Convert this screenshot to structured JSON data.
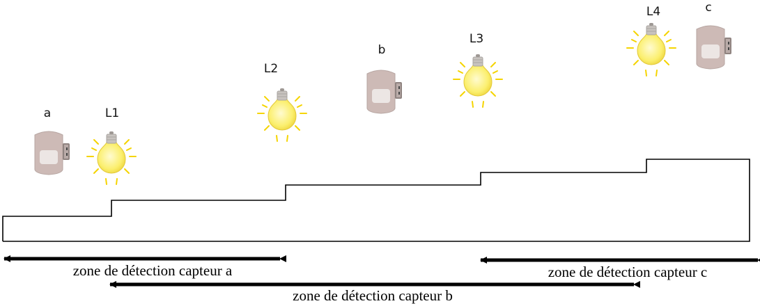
{
  "sensors": [
    {
      "id": "a",
      "label": "a"
    },
    {
      "id": "b",
      "label": "b"
    },
    {
      "id": "c",
      "label": "c"
    }
  ],
  "lamps": [
    {
      "id": "L1",
      "label": "L1"
    },
    {
      "id": "L2",
      "label": "L2"
    },
    {
      "id": "L3",
      "label": "L3"
    },
    {
      "id": "L4",
      "label": "L4"
    }
  ],
  "zones": [
    {
      "id": "a",
      "label": "zone de détection capteur a"
    },
    {
      "id": "b",
      "label": "zone de détection capteur b"
    },
    {
      "id": "c",
      "label": "zone de détection capteur c"
    }
  ],
  "colors": {
    "bulb": "#fbef6e",
    "bulb_core": "#fffbd0",
    "ray": "#f5d400",
    "socket": "#c8c3bf",
    "sensor_body": "#cdbab6",
    "sensor_window": "#ece6e4",
    "sensor_shadow": "#8f8380",
    "line": "#000000"
  }
}
